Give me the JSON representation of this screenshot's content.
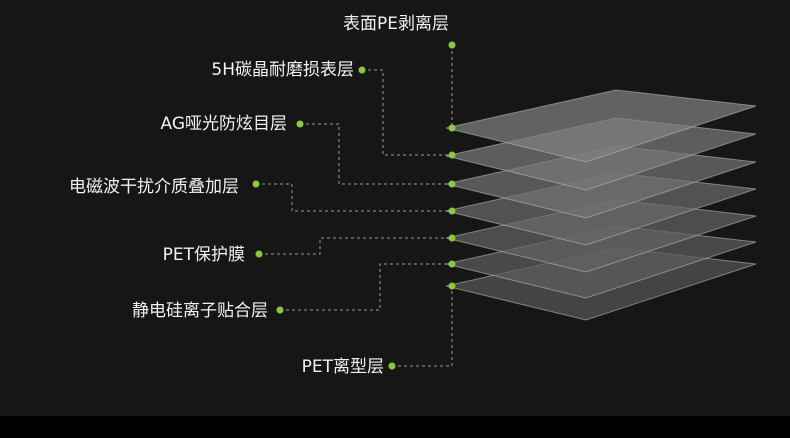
{
  "diagram": {
    "colors": {
      "background": "#161616",
      "dot": "#8ec63f",
      "leader": "#9a9a9a"
    },
    "layers": [
      "表面PE剥离层",
      "5H碳晶耐磨损表层",
      "AG哑光防炫目层",
      "电磁波干扰介质叠加层",
      "PET保护膜",
      "静电硅离子贴合层",
      "PET离型层"
    ]
  }
}
